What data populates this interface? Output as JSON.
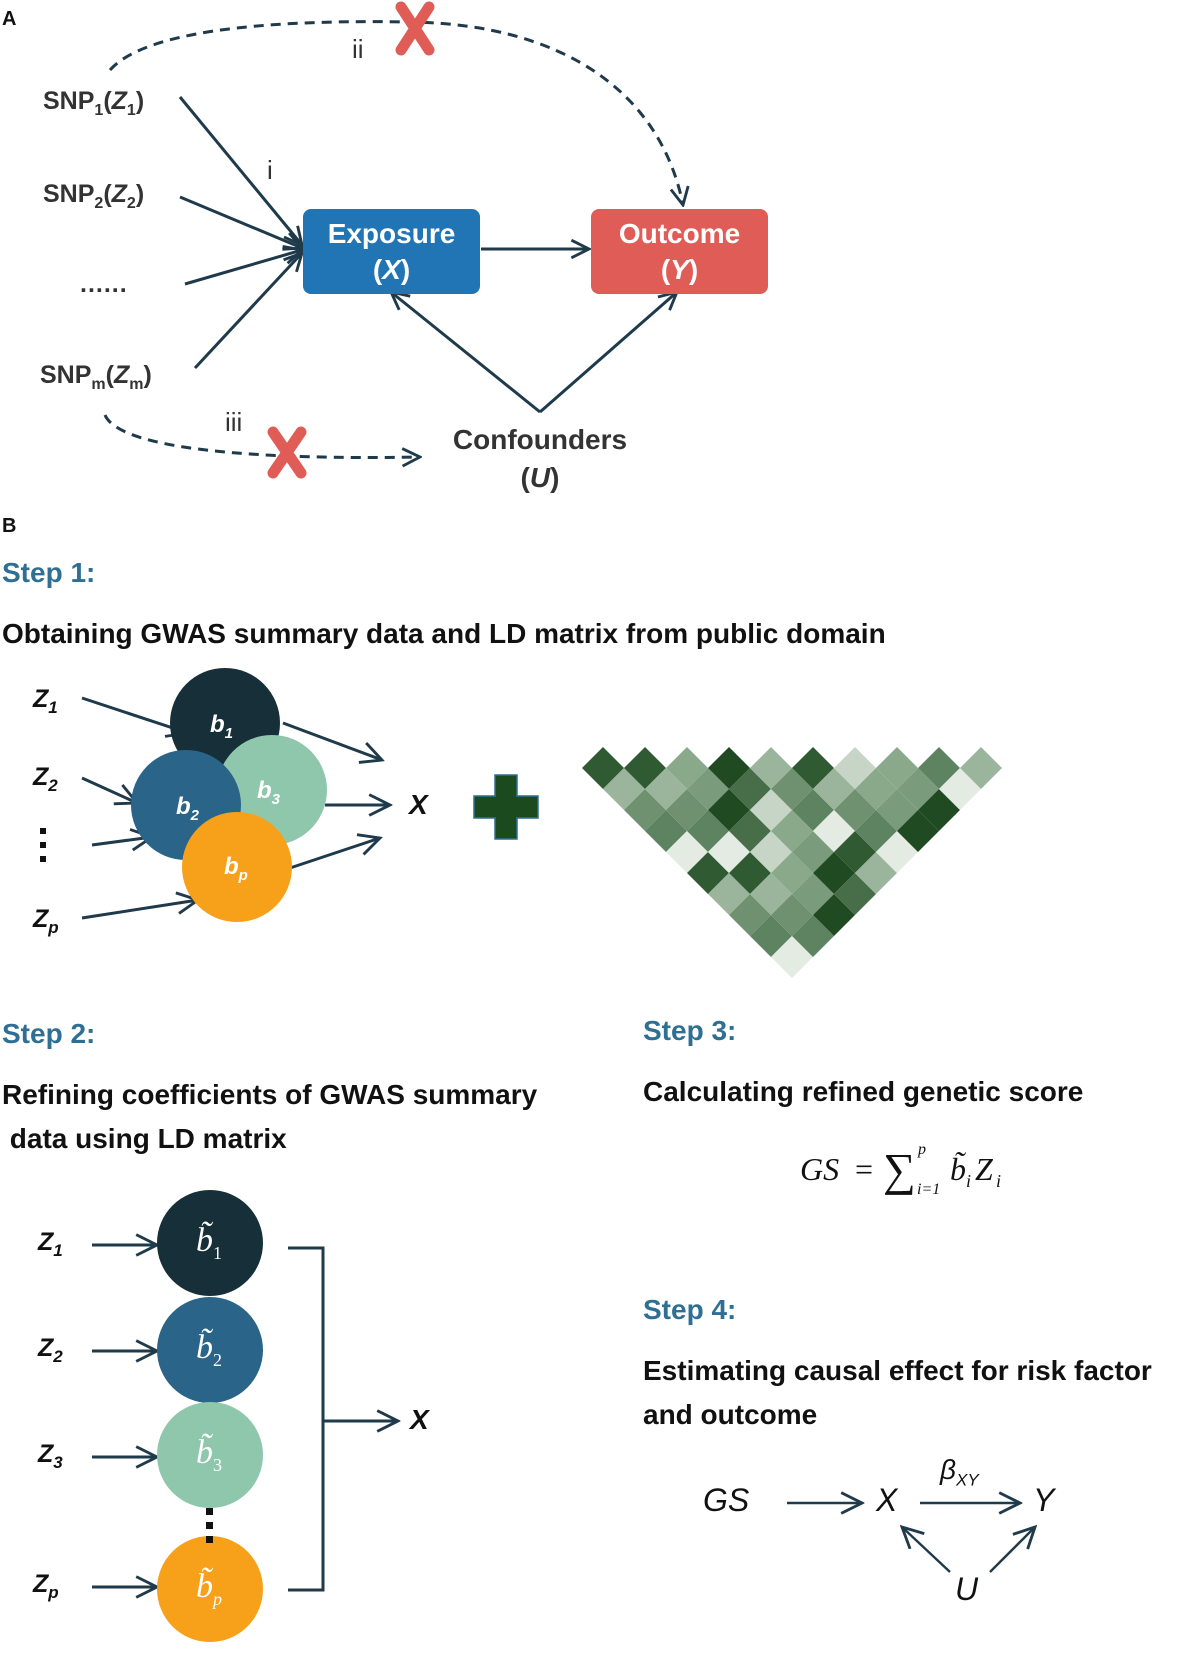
{
  "panels": {
    "a": "A",
    "b": "B"
  },
  "panel_a": {
    "snps": [
      {
        "pre": "SNP",
        "sub": "1",
        "z": "Z",
        "zsub": "1"
      },
      {
        "pre": "SNP",
        "sub": "2",
        "z": "Z",
        "zsub": "2"
      },
      {
        "pre": "......",
        "sub": "",
        "z": "",
        "zsub": ""
      },
      {
        "pre": "SNP",
        "sub": "m",
        "z": "Z",
        "zsub": "m"
      }
    ],
    "assumptions": [
      "i",
      "ii",
      "iii"
    ],
    "exposure": {
      "label": "Exposure",
      "symbol": "X"
    },
    "outcome": {
      "label": "Outcome",
      "symbol": "Y"
    },
    "confounders": {
      "label": "Confounders",
      "symbol": "U"
    },
    "colors": {
      "exposure": "#2275b4",
      "outcome": "#e05d57",
      "cross": "#e05d57",
      "arrow": "#1f3a4a"
    }
  },
  "step1": {
    "title": "Step 1:",
    "desc": "Obtaining GWAS summary data and LD matrix from public domain",
    "inputs": [
      "Z1",
      "Z2",
      "Zp"
    ],
    "coefs": [
      {
        "name": "b",
        "sub": "1",
        "color": "#162f38"
      },
      {
        "name": "b",
        "sub": "2",
        "color": "#2a6489"
      },
      {
        "name": "b",
        "sub": "3",
        "color": "#8fc7ad"
      },
      {
        "name": "b",
        "sub": "p",
        "color": "#f7a11a"
      }
    ],
    "target": "X",
    "plus_color": "#1b4a1f"
  },
  "step2": {
    "title": "Step 2:",
    "desc_line1": "Refining coefficients of GWAS summary",
    "desc_line2": " data using LD matrix",
    "inputs": [
      "Z1",
      "Z2",
      "Z3",
      "Zp"
    ],
    "coefs": [
      {
        "name": "b̃",
        "sub": "1",
        "color": "#162f38"
      },
      {
        "name": "b̃",
        "sub": "2",
        "color": "#2a6489"
      },
      {
        "name": "b̃",
        "sub": "3",
        "color": "#8fc7ad"
      },
      {
        "name": "b̃",
        "sub": "p",
        "color": "#f7a11a"
      }
    ],
    "target": "X"
  },
  "step3": {
    "title": "Step 3:",
    "desc": "Calculating refined genetic score",
    "formula": {
      "lhs": "GS",
      "eq": "=",
      "sum": "∑",
      "upper": "p",
      "lower": "i=1",
      "term": "b̃",
      "term_sub": "i",
      "z": "Z",
      "z_sub": "i"
    }
  },
  "step4": {
    "title": "Step 4:",
    "desc_line1": "Estimating causal effect for risk factor",
    "desc_line2": "and outcome",
    "gs": "GS",
    "x": "X",
    "y": "Y",
    "u": "U",
    "beta": "β",
    "beta_sub": "XY"
  }
}
